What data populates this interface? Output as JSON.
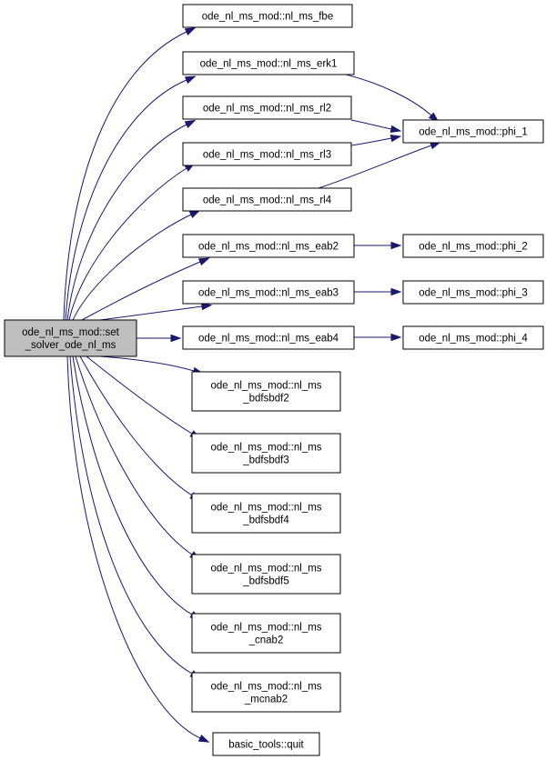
{
  "graph": {
    "colors": {
      "edge": "#191970",
      "root_fill": "#bfbfbf",
      "node_fill": "#ffffff",
      "node_border": "#000000"
    },
    "nodes": {
      "root": [
        "ode_nl_ms_mod::set",
        "_solver_ode_nl_ms"
      ],
      "fbe": [
        "ode_nl_ms_mod::nl_ms_fbe"
      ],
      "erk1": [
        "ode_nl_ms_mod::nl_ms_erk1"
      ],
      "rl2": [
        "ode_nl_ms_mod::nl_ms_rl2"
      ],
      "rl3": [
        "ode_nl_ms_mod::nl_ms_rl3"
      ],
      "rl4": [
        "ode_nl_ms_mod::nl_ms_rl4"
      ],
      "eab2": [
        "ode_nl_ms_mod::nl_ms_eab2"
      ],
      "eab3": [
        "ode_nl_ms_mod::nl_ms_eab3"
      ],
      "eab4": [
        "ode_nl_ms_mod::nl_ms_eab4"
      ],
      "bdf2": [
        "ode_nl_ms_mod::nl_ms",
        "_bdfsbdf2"
      ],
      "bdf3": [
        "ode_nl_ms_mod::nl_ms",
        "_bdfsbdf3"
      ],
      "bdf4": [
        "ode_nl_ms_mod::nl_ms",
        "_bdfsbdf4"
      ],
      "bdf5": [
        "ode_nl_ms_mod::nl_ms",
        "_bdfsbdf5"
      ],
      "cnab2": [
        "ode_nl_ms_mod::nl_ms",
        "_cnab2"
      ],
      "mcnab2": [
        "ode_nl_ms_mod::nl_ms",
        "_mcnab2"
      ],
      "quit": [
        "basic_tools::quit"
      ],
      "phi1": [
        "ode_nl_ms_mod::phi_1"
      ],
      "phi2": [
        "ode_nl_ms_mod::phi_2"
      ],
      "phi3": [
        "ode_nl_ms_mod::phi_3"
      ],
      "phi4": [
        "ode_nl_ms_mod::phi_4"
      ]
    },
    "edges": [
      [
        "root",
        "fbe"
      ],
      [
        "root",
        "erk1"
      ],
      [
        "root",
        "rl2"
      ],
      [
        "root",
        "rl3"
      ],
      [
        "root",
        "rl4"
      ],
      [
        "root",
        "eab2"
      ],
      [
        "root",
        "eab3"
      ],
      [
        "root",
        "eab4"
      ],
      [
        "root",
        "bdf2"
      ],
      [
        "root",
        "bdf3"
      ],
      [
        "root",
        "bdf4"
      ],
      [
        "root",
        "bdf5"
      ],
      [
        "root",
        "cnab2"
      ],
      [
        "root",
        "mcnab2"
      ],
      [
        "root",
        "quit"
      ],
      [
        "erk1",
        "phi1"
      ],
      [
        "rl2",
        "phi1"
      ],
      [
        "rl3",
        "phi1"
      ],
      [
        "rl4",
        "phi1"
      ],
      [
        "eab2",
        "phi2"
      ],
      [
        "eab3",
        "phi3"
      ],
      [
        "eab4",
        "phi4"
      ]
    ]
  }
}
